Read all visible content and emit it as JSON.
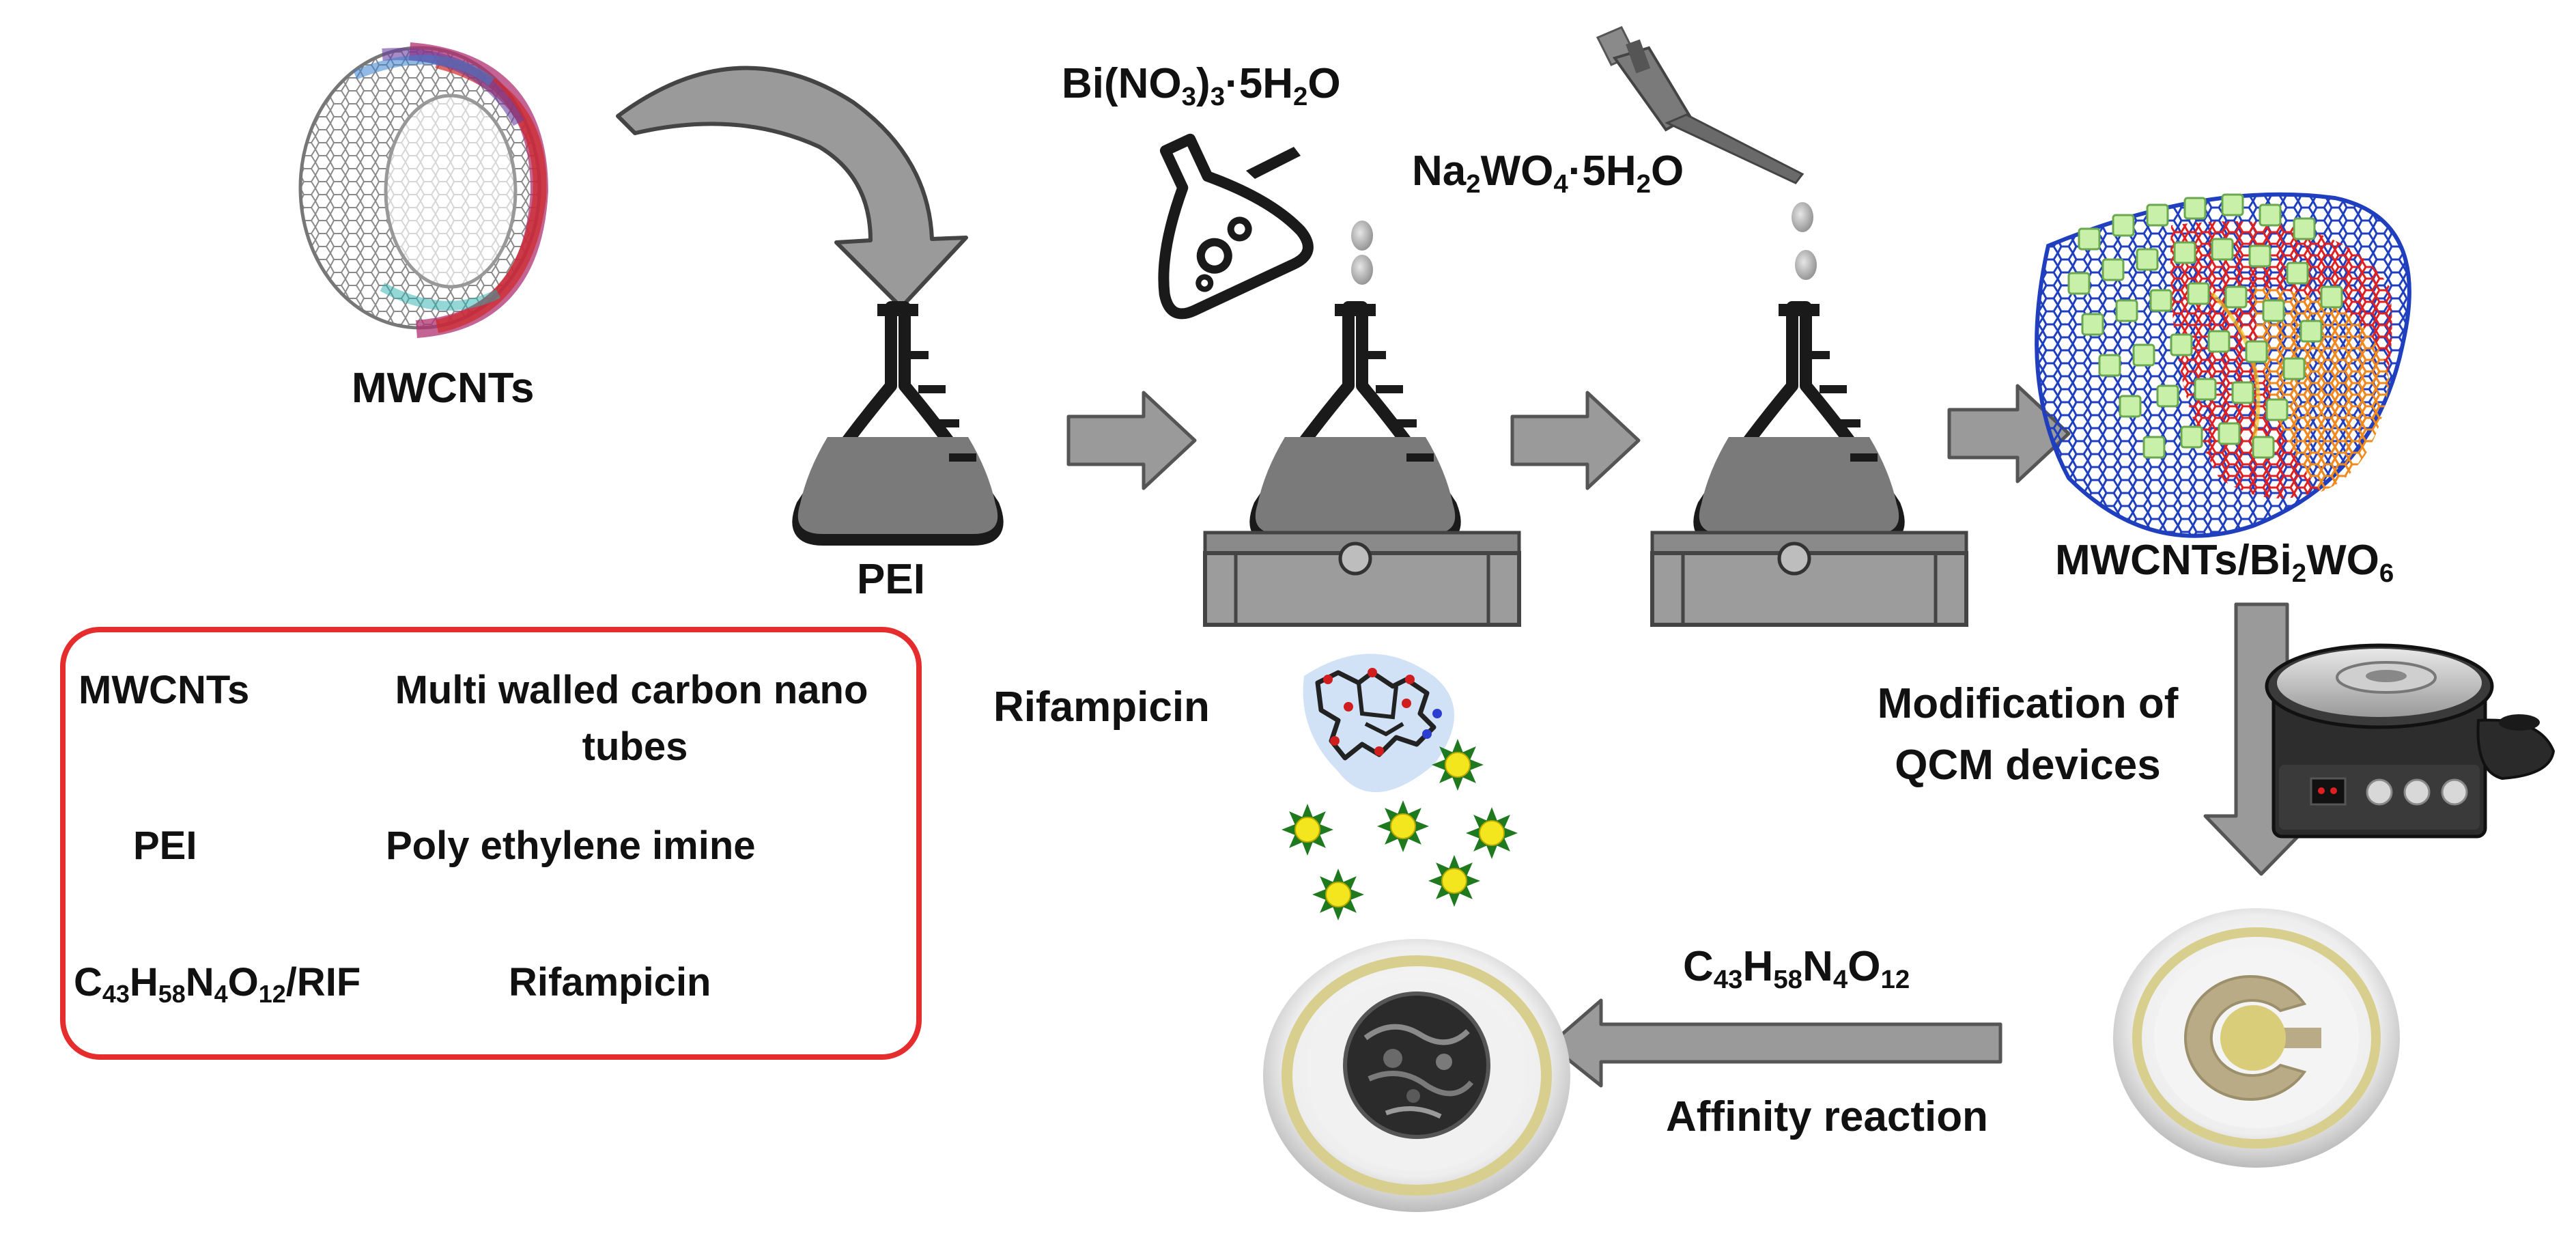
{
  "labels": {
    "mwcnts": "MWCNTs",
    "pei": "PEI",
    "bi_nitrate": {
      "a": "Bi(NO",
      "sub1": "3",
      "b": ")",
      "sub2": "3",
      "c": "·5H",
      "sub3": "2",
      "d": "O"
    },
    "na_tungstate": {
      "a": "Na",
      "sub1": "2",
      "b": "WO",
      "sub2": "4",
      "c": "·5H",
      "sub3": "2",
      "d": "O"
    },
    "composite": {
      "a": "MWCNTs/Bi",
      "sub1": "2",
      "b": "WO",
      "sub2": "6"
    },
    "rifampicin": "Rifampicin",
    "modification_1": "Modification of",
    "modification_2": "QCM devices",
    "formula": {
      "a": "C",
      "sub1": "43",
      "b": "H",
      "sub2": "58",
      "c": "N",
      "sub3": "4",
      "d": "O",
      "sub4": "12"
    },
    "affinity": "Affinity reaction"
  },
  "legend": {
    "rows": [
      {
        "abbr": "MWCNTs",
        "full_1": "Multi walled carbon nano",
        "full_2": "tubes"
      },
      {
        "abbr": "PEI",
        "full": "Poly ethylene imine"
      },
      {
        "abbr": {
          "a": "C",
          "sub1": "43",
          "b": "H",
          "sub2": "58",
          "c": "N",
          "sub3": "4",
          "d": "O",
          "sub4": "12",
          "e": "/RIF"
        },
        "full": "Rifampicin"
      }
    ]
  },
  "colors": {
    "arrow_fill": "#9a9a9a",
    "arrow_stroke": "#555555",
    "flask_outline": "#1a1a1a",
    "flask_liquid": "#7a7a7a",
    "legend_border": "#e52d2d",
    "cnt_blue": "#1f3fbf",
    "cnt_red": "#e02020",
    "cnt_orange": "#f08a1a",
    "cube_green": "#c9f0a8",
    "star_yellow": "#f3e61e",
    "star_green": "#1f7a1f",
    "electrode_gold": "#d8cf8e",
    "drop_gray": "#9a9a9a"
  },
  "icons": [
    "curved-arrow-icon",
    "erlenmeyer-flask-icon",
    "stirrer-plate-icon",
    "reagent-flask-icon",
    "pipette-icon",
    "droplet-icon",
    "block-arrow-icon",
    "cnt-composite-icon",
    "centrifuge-icon",
    "qcm-electrode-icon",
    "molecule-icon",
    "star-particle-icon"
  ]
}
